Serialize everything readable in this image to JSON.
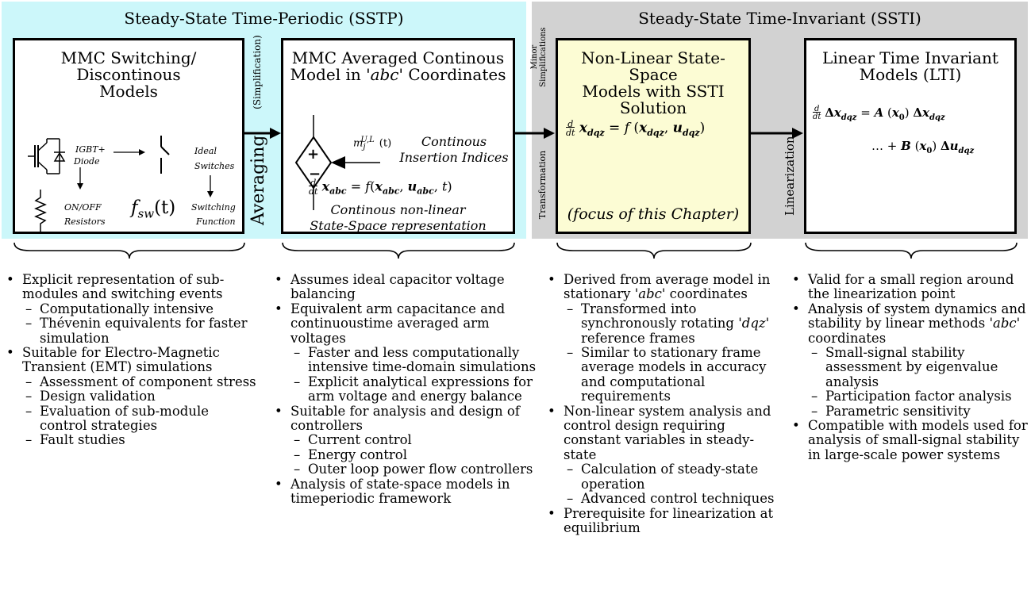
{
  "regions": {
    "sstp_title": "Steady-State Time-Periodic (SSTP)",
    "ssti_title": "Steady-State Time-Invariant (SSTI)"
  },
  "colors": {
    "sstp_bg": "#ccf7fa",
    "ssti_bg": "#d2d2d2",
    "focus_box": "#fcfcd4"
  },
  "boxes": {
    "switching": {
      "title_l1": "MMC Switching/",
      "title_l2": "Discontinous",
      "title_l3": "Models",
      "igbt_l1": "IGBT+",
      "igbt_l2": "Diode",
      "ideal_l1": "Ideal",
      "ideal_l2": "Switches",
      "onoff_l1": "ON/OFF",
      "onoff_l2": "Resistors",
      "fsw": "f",
      "fsw_sub": "sw",
      "fsw_arg": "(t)",
      "swfunc_l1": "Switching",
      "swfunc_l2": "Function"
    },
    "averaged": {
      "title_l1": "MMC Averaged Continous",
      "title_l2": "Model in ",
      "title_abc": "'abc'",
      "title_l2_end": " Coordinates",
      "plus": "+",
      "minus": "−",
      "insert_l1": "Continous",
      "insert_l2": "Insertion Indices",
      "desc_l1": "Continous non-linear",
      "desc_l2": "State-Space representation"
    },
    "nonlinear": {
      "title_l1": "Non-Linear State-Space",
      "title_l2": "Models with SSTI",
      "title_l3": "Solution",
      "focus": "(focus of this Chapter)"
    },
    "lti": {
      "title_l1": "Linear Time Invariant",
      "title_l2": "Models (LTI)"
    }
  },
  "connectors": {
    "simplification": "(Simplification)",
    "averaging": "Averaging",
    "minor_l1": "Minor",
    "minor_l2": "Simplifications",
    "transformation": "Transformation",
    "linearization": "Linearization"
  },
  "columns": {
    "col1": {
      "b1": "Explicit representation of sub-modules and switching events",
      "b1_subs": [
        "Computationally intensive",
        "Thévenin equivalents for faster simulation"
      ],
      "b2": "Suitable for Electro-Magnetic Transient (EMT) simulations",
      "b2_subs": [
        "Assessment of component stress",
        "Design validation",
        "Evaluation of sub-module control strategies",
        "Fault studies"
      ]
    },
    "col2": {
      "b1": "Assumes ideal capacitor voltage balancing",
      "b2": "Equivalent arm capacitance and continuoustime averaged arm voltages",
      "b2_subs": [
        "Faster and less computationally intensive time-domain simulations",
        "Explicit analytical expressions for arm voltage and energy balance"
      ],
      "b3": "Suitable for analysis and design of controllers",
      "b3_subs": [
        "Current control",
        "Energy control",
        "Outer loop power flow controllers"
      ],
      "b4": "Analysis of state-space models in timeperiodic framework"
    },
    "col3": {
      "b1_a": "Derived from average model in stationary ",
      "b1_abc": "'abc'",
      "b1_b": " coordinates",
      "sub1_a": "Transformed into synchronously rotating ",
      "sub1_dqz": "'dqz'",
      "sub1_b": " reference frames",
      "sub2": "Similar to stationary frame average models in accuracy and computational requirements",
      "b2": "Non-linear system analysis and control design requiring constant variables in steady-state",
      "b2_subs": [
        "Calculation of steady-state operation",
        "Advanced control techniques"
      ],
      "b3": "Prerequisite for linearization at equilibrium"
    },
    "col4": {
      "b1": "Valid for a small region around the linearization point",
      "b2_a": "Analysis of system dynamics and stability by linear methods ",
      "b2_abc": "'abc'",
      "b2_b": " coordinates",
      "b2_subs": [
        "Small-signal stability assessment by eigenvalue analysis",
        "Participation factor analysis",
        "Parametric sensitivity"
      ],
      "b3": "Compatible with models used for analysis of small-signal stability in large-scale power systems"
    }
  }
}
